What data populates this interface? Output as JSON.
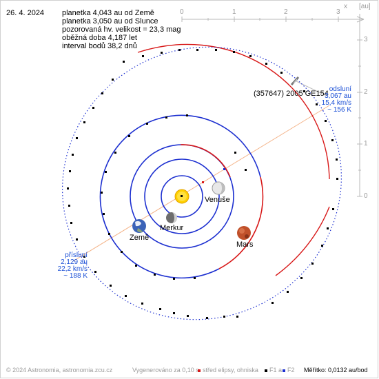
{
  "date": "26. 4. 2024",
  "info": {
    "line1": "planetka 4,043 au od Země",
    "line2": "planetka 3,050 au od Slunce",
    "line3": "pozorovaná hv. velikost = 23,3 mag",
    "line4": "oběžná doba 4,187 let",
    "line5": "interval bodů 38,2 dnů"
  },
  "axes": {
    "x_label": "x",
    "unit_label": "[au]",
    "x_ticks": [
      "0",
      "1",
      "2",
      "3"
    ],
    "y_ticks": [
      "3",
      "2",
      "1",
      "0"
    ]
  },
  "bodies": {
    "venus": "Venuše",
    "mercury": "Merkur",
    "earth": "Země",
    "mars": "Mars",
    "asteroid": "(357647) 2005 GE154"
  },
  "aphelion": {
    "title": "odsluní",
    "dist": "3,067 au",
    "speed": "15,4 km/s",
    "temp": "~ 156 K"
  },
  "perihelion": {
    "title": "přísluní",
    "dist": "2,129 au",
    "speed": "22,2 km/s",
    "temp": "~ 188 K"
  },
  "footer": {
    "copyright": "© 2024 Astronomia, astronomia.zcu.cz",
    "generated": "Vygenerováno za 0,10 s",
    "legend_center": "střed elipsy, ohniska",
    "legend_f1": "F1 a",
    "legend_f2": "F2",
    "scale": "Měřítko: 0,0132 au/bod"
  },
  "colors": {
    "orbit_blue": "#1c2fd0",
    "orbit_red": "#d81818",
    "sun": "#ffd000",
    "link_line": "#f4b48a",
    "annotation_blue": "#1a4fd6"
  }
}
